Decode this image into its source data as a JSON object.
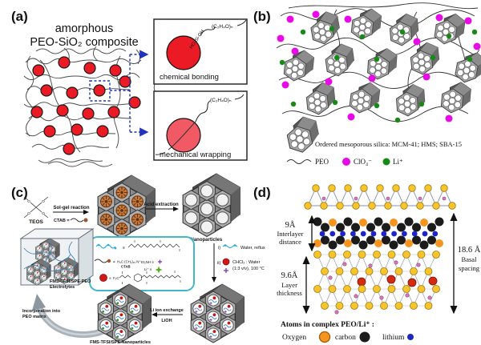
{
  "panels": {
    "a": {
      "label": "(a)",
      "title_line1": "amorphous",
      "title_line2": "PEO-SiO₂ composite",
      "chain_formula": "(C₂H₄O)ₙ",
      "silanol_label": "HO-Si-OH",
      "chemical_bonding_caption": "chemical bonding",
      "mechanical_wrapping_caption": "mechanical wrapping"
    },
    "b": {
      "label": "(b)",
      "silica_legend": "Ordered mesoporous silica: MCM-41; HMS; SBA-15",
      "peo_legend": "PEO",
      "clo4_legend": "ClO₄⁻",
      "li_legend": "Li⁺"
    },
    "c": {
      "label": "(c)",
      "teos_label": "TEOS",
      "o_atom": "O",
      "solgel_label": "Sol-gel reaction",
      "ctab_eq_label": "CTAB =",
      "acid_label": "Acid extraction",
      "ms_label": "MS Nanoparticles",
      "cond_i": "i)",
      "cond_i_text": "Water, reflux",
      "cond_ii": "ii)",
      "cond_ii_line1": "CHCl₃ : Water",
      "cond_ii_line2": "(1:3 v/v), 100 °C",
      "equiv": "≡",
      "key_ctab_formula": "H₃C (CH₂)₁₅ N⁺",
      "key_ctab_name": "CTAB",
      "key_et3nh": "Et₃NH ≡",
      "key_li": "Li⁺ ≡",
      "key_f3c": "F₃C",
      "li_exchange_label": "Li ion exchange",
      "lioh_label": "LiOH",
      "fms_np_label": "FMS-TFSI/SPE Nanoparticles",
      "electrolyte_line1": "FMS-TFSI/SPE-PEO",
      "electrolyte_line2": "Electrolytes",
      "incorporation_line1": "Incorporation into",
      "incorporation_line2": "PEO matrix"
    },
    "d": {
      "label": "(d)",
      "interlayer_value": "9Å",
      "interlayer_line1": "Interlayer",
      "interlayer_line2": "distance",
      "layer_value": "9.6Å",
      "layer_line1": "Layer",
      "layer_line2": "thickness",
      "basal_value": "18.6 Å",
      "basal_line1": "Basal",
      "basal_line2": "spacing",
      "atoms_legend_title": "Atoms in complex PEO/Li⁺ :",
      "oxygen_label": "Oxygen",
      "carbon_label": "carbon",
      "lithium_label": "lithium"
    }
  },
  "colors": {
    "silica_particle_red": "#ea1b25",
    "wrapped_particle_pink": "#f15a65",
    "dashed_arrow_blue": "#2233bb",
    "clo4_magenta": "#e60ae6",
    "li_green": "#168a16",
    "micelle_brown": "#c4783c",
    "key_box_cyan": "#3fb8cc",
    "oxygen_orange": "#f79420",
    "carbon_black": "#1b1b1b",
    "lithium_blue": "#1c24cc",
    "clay_yellow": "#f7c52b",
    "red_atom": "#d42a10",
    "pink_atom": "#d878b8"
  }
}
